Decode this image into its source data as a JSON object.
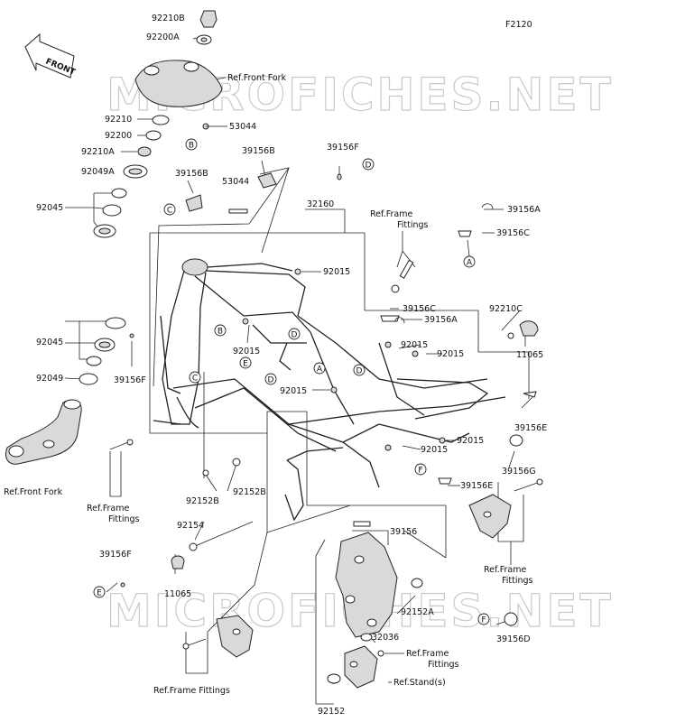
{
  "diagram_code": "F2120",
  "front_arrow_label": "FRONT",
  "watermark": "MICROFICHES.NET",
  "parts": [
    {
      "key": "p1",
      "label": "92210B"
    },
    {
      "key": "p2",
      "label": "92200A"
    },
    {
      "key": "p3",
      "label": "Ref.Front Fork"
    },
    {
      "key": "p4",
      "label": "92210"
    },
    {
      "key": "p5",
      "label": "53044"
    },
    {
      "key": "p6",
      "label": "92200"
    },
    {
      "key": "p7",
      "label": "92210A"
    },
    {
      "key": "p8",
      "label": "92049A"
    },
    {
      "key": "p9",
      "label": "39156B"
    },
    {
      "key": "p10",
      "label": "39156F"
    },
    {
      "key": "p11",
      "label": "39156B"
    },
    {
      "key": "p12",
      "label": "53044"
    },
    {
      "key": "p13",
      "label": "92045"
    },
    {
      "key": "p14",
      "label": "32160"
    },
    {
      "key": "p15",
      "label": "Ref.Frame"
    },
    {
      "key": "p16",
      "label": "Fittings"
    },
    {
      "key": "p17",
      "label": "39156A"
    },
    {
      "key": "p18",
      "label": "39156C"
    },
    {
      "key": "p19",
      "label": "92015"
    },
    {
      "key": "p20",
      "label": "39156C"
    },
    {
      "key": "p21",
      "label": "39156A"
    },
    {
      "key": "p22",
      "label": "92210C"
    },
    {
      "key": "p23",
      "label": "92045"
    },
    {
      "key": "p24",
      "label": "92015"
    },
    {
      "key": "p25",
      "label": "92015"
    },
    {
      "key": "p26",
      "label": "92015"
    },
    {
      "key": "p27",
      "label": "11065"
    },
    {
      "key": "p28",
      "label": "39156F"
    },
    {
      "key": "p29",
      "label": "92049"
    },
    {
      "key": "p30",
      "label": "92015"
    },
    {
      "key": "p31",
      "label": "39156E"
    },
    {
      "key": "p32",
      "label": "92015"
    },
    {
      "key": "p33",
      "label": "92015"
    },
    {
      "key": "p34",
      "label": "Ref.Front Fork"
    },
    {
      "key": "p35",
      "label": "39156G"
    },
    {
      "key": "p36",
      "label": "92152B"
    },
    {
      "key": "p37",
      "label": "92152B"
    },
    {
      "key": "p38",
      "label": "39156E"
    },
    {
      "key": "p39",
      "label": "Ref.Frame"
    },
    {
      "key": "p40",
      "label": "Fittings"
    },
    {
      "key": "p41",
      "label": "92154"
    },
    {
      "key": "p42",
      "label": "39156"
    },
    {
      "key": "p43",
      "label": "Ref.Frame"
    },
    {
      "key": "p44",
      "label": "Fittings"
    },
    {
      "key": "p45",
      "label": "39156F"
    },
    {
      "key": "p46",
      "label": "11065"
    },
    {
      "key": "p47",
      "label": "92152A"
    },
    {
      "key": "p48",
      "label": "39156D"
    },
    {
      "key": "p49",
      "label": "32036"
    },
    {
      "key": "p50",
      "label": "Ref.Frame"
    },
    {
      "key": "p51",
      "label": "Fittings"
    },
    {
      "key": "p52",
      "label": "Ref.Frame Fittings"
    },
    {
      "key": "p53",
      "label": "Ref.Stand(s)"
    },
    {
      "key": "p54",
      "label": "92152"
    }
  ],
  "callouts": [
    {
      "key": "c1",
      "letter": "B"
    },
    {
      "key": "c2",
      "letter": "D"
    },
    {
      "key": "c3",
      "letter": "C"
    },
    {
      "key": "c4",
      "letter": "A"
    },
    {
      "key": "c5",
      "letter": "B"
    },
    {
      "key": "c6",
      "letter": "D"
    },
    {
      "key": "c7",
      "letter": "E"
    },
    {
      "key": "c8",
      "letter": "C"
    },
    {
      "key": "c9",
      "letter": "D"
    },
    {
      "key": "c10",
      "letter": "A"
    },
    {
      "key": "c11",
      "letter": "D"
    },
    {
      "key": "c12",
      "letter": "F"
    },
    {
      "key": "c13",
      "letter": "E"
    },
    {
      "key": "c14",
      "letter": "F"
    }
  ]
}
